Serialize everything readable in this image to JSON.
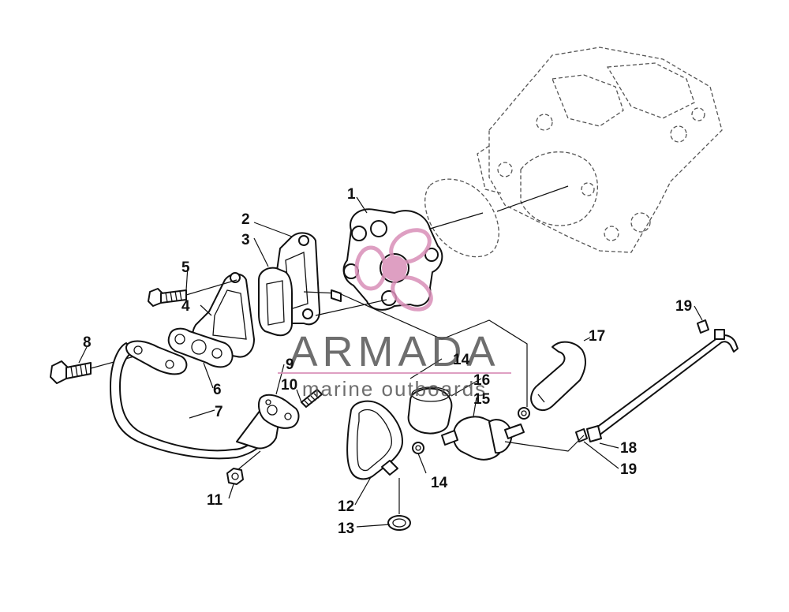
{
  "callouts": [
    {
      "id": "1",
      "text": "1"
    },
    {
      "id": "2",
      "text": "2"
    },
    {
      "id": "3",
      "text": "3"
    },
    {
      "id": "4",
      "text": "4"
    },
    {
      "id": "5",
      "text": "5"
    },
    {
      "id": "6",
      "text": "6"
    },
    {
      "id": "7",
      "text": "7"
    },
    {
      "id": "8",
      "text": "8"
    },
    {
      "id": "9",
      "text": "9"
    },
    {
      "id": "10",
      "text": "10"
    },
    {
      "id": "11",
      "text": "11"
    },
    {
      "id": "12",
      "text": "12"
    },
    {
      "id": "13",
      "text": "13"
    },
    {
      "id": "14a",
      "text": "14"
    },
    {
      "id": "14b",
      "text": "14"
    },
    {
      "id": "15",
      "text": "15"
    },
    {
      "id": "16",
      "text": "16"
    },
    {
      "id": "17",
      "text": "17"
    },
    {
      "id": "18",
      "text": "18"
    },
    {
      "id": "19a",
      "text": "19"
    },
    {
      "id": "19b",
      "text": "19"
    }
  ],
  "watermark": {
    "brand": "ARMADA",
    "tagline": "marine outboards",
    "accent_color": "#d98fb8",
    "text_color": "#555555"
  }
}
